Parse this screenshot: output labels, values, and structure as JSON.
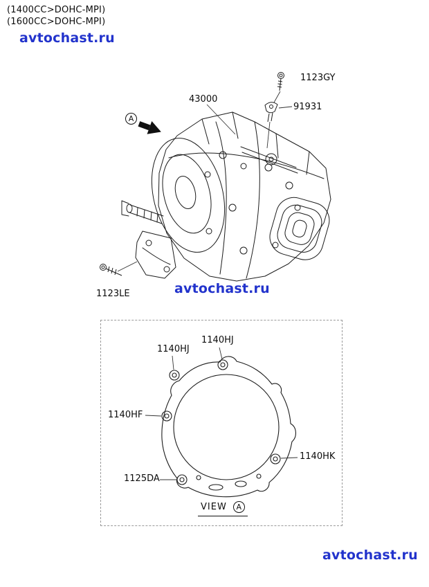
{
  "header": {
    "engine1": "(1400CC>DOHC-MPI)",
    "engine2": "(1600CC>DOHC-MPI)"
  },
  "watermark": {
    "text": "avtochast.ru",
    "color": "#2233cc"
  },
  "markers": {
    "a": "A"
  },
  "diagram": {
    "line_color": "#1b1b1b",
    "labels": {
      "assembly": "43000",
      "bolt_top": "1123GY",
      "bracket_clip": "91931",
      "bolt_bracket": "1123LE"
    }
  },
  "view_a": {
    "caption": "VIEW",
    "marker": "A",
    "labels": {
      "hole_top_left": "1140HJ",
      "hole_top_right": "1140HJ",
      "hole_left": "1140HF",
      "hole_right": "1140HK",
      "hole_bottom": "1125DA"
    }
  }
}
